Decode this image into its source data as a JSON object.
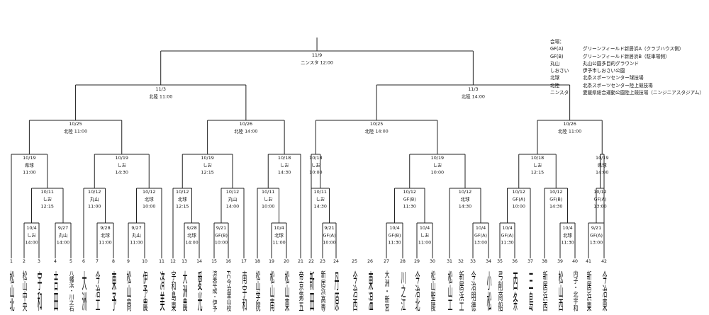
{
  "legend": {
    "title": "会場：",
    "items": [
      {
        "key": "GF(A)",
        "value": "グリーンフィールド新居浜A（クラブハウス側）"
      },
      {
        "key": "GF(B)",
        "value": "グリーンフィールド新居浜B（駐車場側）"
      },
      {
        "key": "丸山",
        "value": "丸山公園多目的グラウンド"
      },
      {
        "key": "しおさい",
        "value": "伊予市しおさい公園"
      },
      {
        "key": "北球",
        "value": "北条スポーツセンター球技場"
      },
      {
        "key": "北陸",
        "value": "北条スポーツセンター陸上競技場"
      },
      {
        "key": "ニンスタ",
        "value": "愛媛県総合運動公園陸上競技場（ニンジニアスタジアム）"
      }
    ]
  },
  "teams": [
    {
      "no": "1",
      "name": "松山北"
    },
    {
      "no": "2",
      "name": "松山中央"
    },
    {
      "no": "3",
      "name": "宇和"
    },
    {
      "no": "4",
      "name": "吉田"
    },
    {
      "no": "5",
      "name": "八幡浜・川之石"
    },
    {
      "no": "6",
      "name": "大洲"
    },
    {
      "no": "7",
      "name": "今治工"
    },
    {
      "no": "8",
      "name": "東予"
    },
    {
      "no": "9",
      "name": "松山商"
    },
    {
      "no": "10",
      "name": "伊予農"
    },
    {
      "no": "11",
      "name": "済美"
    },
    {
      "no": "12",
      "name": "宇和島東"
    },
    {
      "no": "13",
      "name": "大洲農"
    },
    {
      "no": "14",
      "name": "愛光"
    },
    {
      "no": "15",
      "name": "済美平成・伊予"
    },
    {
      "no": "16",
      "name": "FC今治里山校"
    },
    {
      "no": "17",
      "name": "南宇和"
    },
    {
      "no": "18",
      "name": "松山学院"
    },
    {
      "no": "19",
      "name": "松山南"
    },
    {
      "no": "20",
      "name": "松山東"
    },
    {
      "no": "21",
      "name": "帝京第五"
    },
    {
      "no": "22",
      "name": "新田"
    },
    {
      "no": "23",
      "name": "新居浜高専"
    },
    {
      "no": "24",
      "name": "丹原"
    },
    {
      "no": "25",
      "name": "今治西"
    },
    {
      "no": "26",
      "name": "東温"
    },
    {
      "no": "27",
      "name": "大洲・新宮"
    },
    {
      "no": "28",
      "name": "川之江"
    },
    {
      "no": "29",
      "name": "今治北"
    },
    {
      "no": "30",
      "name": "松山聖陵"
    },
    {
      "no": "31",
      "name": "松山工"
    },
    {
      "no": "32",
      "name": "新居浜工"
    },
    {
      "no": "33",
      "name": "今治明徳"
    },
    {
      "no": "34",
      "name": "小松"
    },
    {
      "no": "35",
      "name": "弓削商船"
    },
    {
      "no": "36",
      "name": "西条"
    },
    {
      "no": "37",
      "name": "三島"
    },
    {
      "no": "38",
      "name": "新居浜西"
    },
    {
      "no": "39",
      "name": "松山西"
    },
    {
      "no": "40",
      "name": "内子・北宇和"
    },
    {
      "no": "41",
      "name": "新居浜東"
    },
    {
      "no": "42",
      "name": "今治東"
    }
  ],
  "matches": {
    "final": {
      "date": "11/9",
      "venue": "ニンスタ 12:00"
    },
    "sf_left": {
      "date": "11/3",
      "venue": "北陸 11:00"
    },
    "sf_right": {
      "date": "11/3",
      "venue": "北陸 14:00"
    },
    "qf": [
      {
        "date": "10/25",
        "venue": "北陸 11:00"
      },
      {
        "date": "10/26",
        "venue": "北陸 14:00"
      },
      {
        "date": "10/25",
        "venue": "北陸 14:00"
      },
      {
        "date": "10/26",
        "venue": "北陸 11:00"
      }
    ],
    "r16": [
      {
        "date": "10/19",
        "venue": "県球",
        "time": "11:00"
      },
      {
        "date": "10/19",
        "venue": "しお",
        "time": "14:30"
      },
      {
        "date": "10/19",
        "venue": "しお",
        "time": "12:15"
      },
      {
        "date": "10/18",
        "venue": "しお",
        "time": "14:30"
      },
      {
        "date": "10/18",
        "venue": "しお",
        "time": "10:00"
      },
      {
        "date": "10/19",
        "venue": "しお",
        "time": "10:00"
      },
      {
        "date": "10/18",
        "venue": "しお",
        "time": "12:15"
      },
      {
        "date": "10/19",
        "venue": "県球",
        "time": "14:00"
      }
    ],
    "r32": [
      {
        "date": "10/11",
        "venue": "しお",
        "time": "12:15"
      },
      {
        "date": "10/12",
        "venue": "丸山",
        "time": "11:00"
      },
      {
        "date": "10/12",
        "venue": "北球",
        "time": "10:00"
      },
      {
        "date": "10/12",
        "venue": "北球",
        "time": "12:15"
      },
      {
        "date": "10/12",
        "venue": "丸山",
        "time": "14:00"
      },
      {
        "date": "10/11",
        "venue": "しお",
        "time": "10:00"
      },
      {
        "date": "10/11",
        "venue": "しお",
        "time": "14:30"
      },
      {
        "date": "10/12",
        "venue": "GF(B)",
        "time": "11:30"
      },
      {
        "date": "10/12",
        "venue": "北球",
        "time": "14:30"
      },
      {
        "date": "10/12",
        "venue": "GF(A)",
        "time": "10:00"
      },
      {
        "date": "10/12",
        "venue": "GF(B)",
        "time": "14:30"
      },
      {
        "date": "10/12",
        "venue": "GF(A)",
        "time": "13:00"
      }
    ],
    "r64": [
      {
        "date": "10/4",
        "venue": "しお",
        "time": "14:00"
      },
      {
        "date": "9/27",
        "venue": "丸山",
        "time": "14:00"
      },
      {
        "date": "9/28",
        "venue": "北球",
        "time": "11:00"
      },
      {
        "date": "9/27",
        "venue": "丸山",
        "time": "11:00"
      },
      {
        "date": "9/28",
        "venue": "北球",
        "time": "14:00"
      },
      {
        "date": "9/21",
        "venue": "GF(B)",
        "time": "10:00"
      },
      {
        "date": "10/4",
        "venue": "北球",
        "time": "11:00"
      },
      {
        "date": "9/21",
        "venue": "GF(A)",
        "time": "10:00"
      },
      {
        "date": "10/4",
        "venue": "GF(B)",
        "time": "11:30"
      },
      {
        "date": "10/4",
        "venue": "しお",
        "time": "11:00"
      },
      {
        "date": "10/4",
        "venue": "GF(A)",
        "time": "13:00"
      },
      {
        "date": "10/4",
        "venue": "GF(A)",
        "time": "11:30"
      },
      {
        "date": "10/4",
        "venue": "北球",
        "time": "11:30"
      },
      {
        "date": "9/21",
        "venue": "GF(A)",
        "time": "13:00"
      }
    ]
  }
}
